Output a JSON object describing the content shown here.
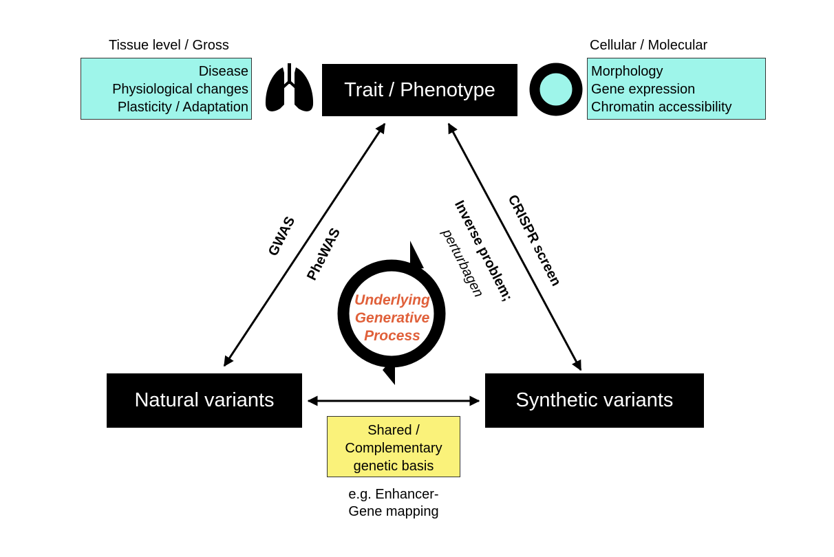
{
  "trait_node": {
    "label": "Trait / Phenotype"
  },
  "natural_node": {
    "label": "Natural variants"
  },
  "synthetic_node": {
    "label": "Synthetic variants"
  },
  "tissue": {
    "heading": "Tissue level / Gross",
    "items": [
      "Disease",
      "Physiological changes",
      "Plasticity / Adaptation"
    ],
    "icon": "lungs-icon",
    "box_color": "#9ef5ea"
  },
  "cellular": {
    "heading": "Cellular / Molecular",
    "items": [
      "Morphology",
      "Gene expression",
      "Chromatin accessibility"
    ],
    "icon": "cell-icon",
    "box_color": "#9ef5ea"
  },
  "edges": {
    "gwas": "GWAS",
    "phewas": "PheWAS",
    "inverse_problem": "Inverse problem;",
    "perturbagen": "perturbagen",
    "crispr": "CRISPR screen"
  },
  "cycle": {
    "lines": [
      "Underlying",
      "Generative",
      "Process"
    ],
    "color": "#e0603a"
  },
  "shared_basis": {
    "lines": [
      "Shared /",
      "Complementary",
      "genetic basis"
    ],
    "box_color": "#faf27a"
  },
  "example": {
    "lines": [
      "e.g. Enhancer-",
      "Gene mapping"
    ]
  }
}
